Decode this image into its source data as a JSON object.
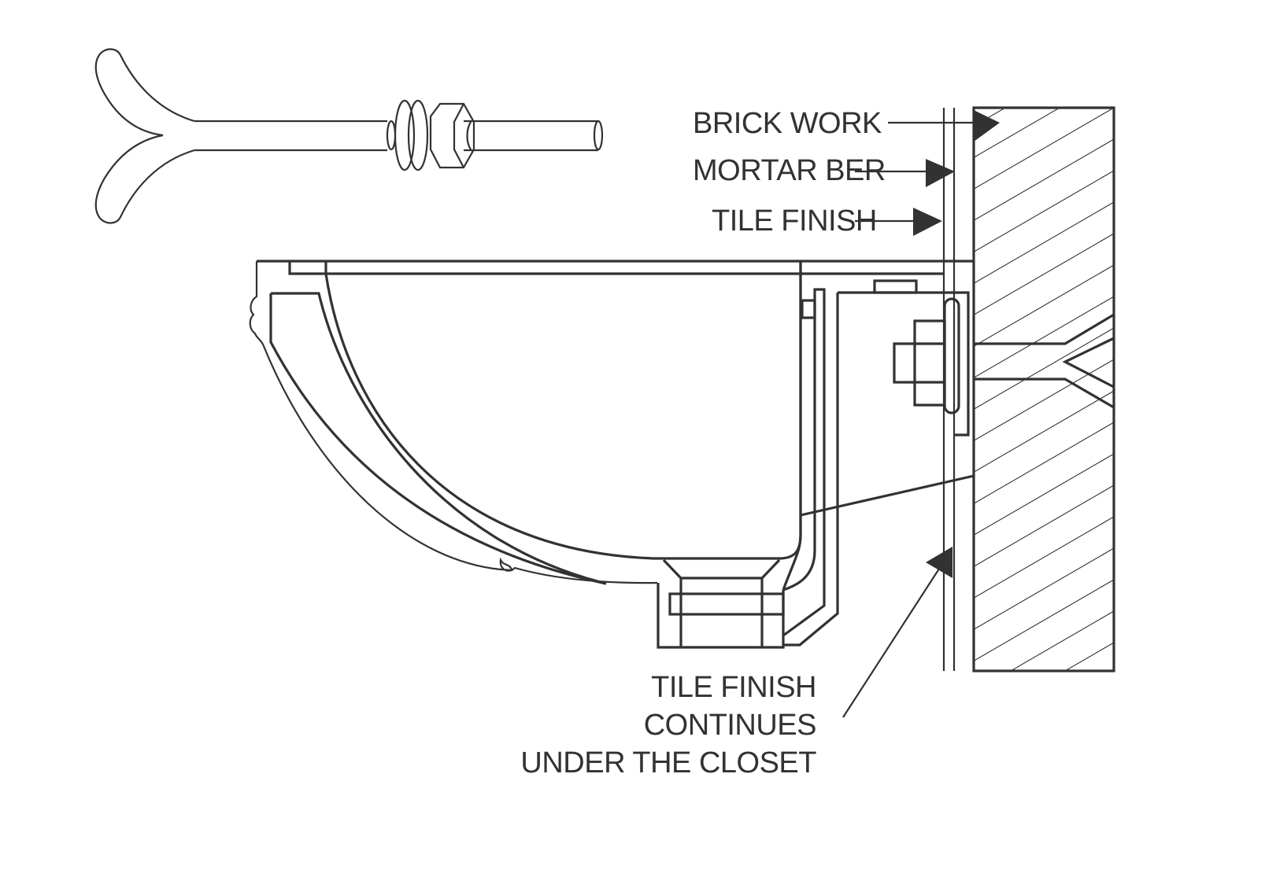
{
  "diagram": {
    "type": "technical-section-drawing",
    "subject": "Wall-hung closet (WC) bowl fixed to brick wall with bolt and anchor",
    "colors": {
      "line": "#333132",
      "background": "#ffffff"
    },
    "labels": {
      "brick_work": "BRICK WORK",
      "mortar_ber": "MORTAR BER",
      "tile_finish": "TILE FINISH",
      "tile_finish_continues": [
        "TILE FINISH",
        "CONTINUES",
        "UNDER THE CLOSET"
      ]
    },
    "components": [
      {
        "id": "anchor-bolt",
        "name": "Anchor bolt with split (Y) tail, washers and hex nut"
      },
      {
        "id": "closet-bowl",
        "name": "Wall-hung closet bowl (section)"
      },
      {
        "id": "outlet-spigot",
        "name": "Outlet spigot with collar"
      },
      {
        "id": "mounting-bracket",
        "name": "Mounting bracket with nut and washer"
      },
      {
        "id": "tile-finish",
        "name": "Tile finish layer"
      },
      {
        "id": "mortar-bed",
        "name": "Mortar bed layer"
      },
      {
        "id": "brick-wall",
        "name": "Brick work (hatched section)"
      },
      {
        "id": "wall-anchor",
        "name": "Split anchor embedded in brick work"
      }
    ]
  }
}
